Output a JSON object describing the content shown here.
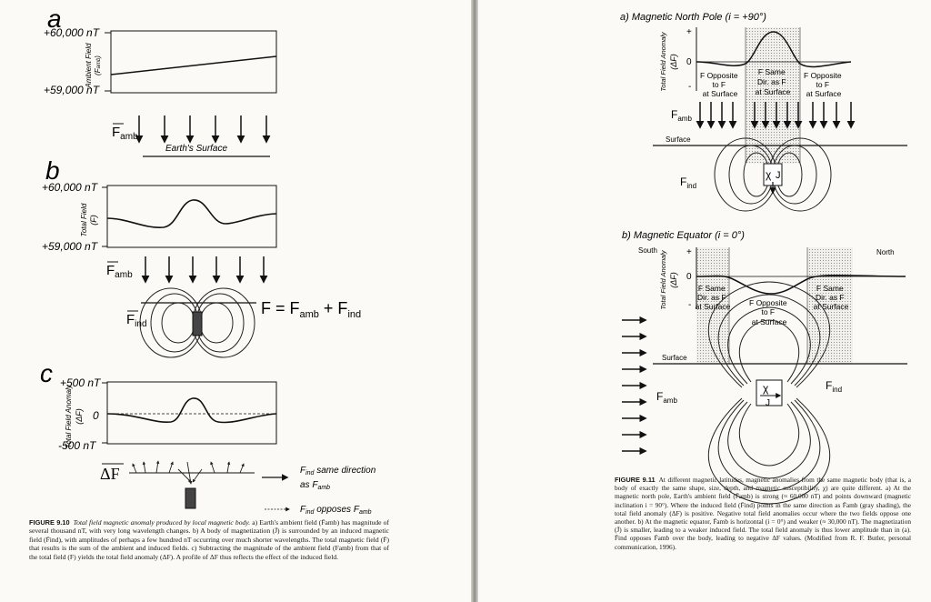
{
  "left": {
    "panel_a": {
      "letter": "a",
      "y_top": "+60,000 nT",
      "y_bottom": "+59,000 nT",
      "y_axis": "Ambient Field",
      "y_axis_sym": "(F",
      "y_axis_sub": "amb",
      "y_axis_close": ")",
      "f_amb": "F",
      "f_amb_sub": "amb",
      "surface": "Earth's Surface"
    },
    "panel_b": {
      "letter": "b",
      "y_top": "+60,000 nT",
      "y_bottom": "+59,000 nT",
      "y_axis": "Total Field",
      "y_axis_sym": "(F)",
      "f_amb": "F",
      "f_amb_sub": "amb",
      "f_ind": "F",
      "f_ind_sub": "ind",
      "eq_lhs": "F = F",
      "eq_sub1": "amb",
      "eq_plus": " + F",
      "eq_sub2": "ind"
    },
    "panel_c": {
      "letter": "c",
      "y_top": "+500 nT",
      "y_zero": "0",
      "y_bottom": "-500 nT",
      "y_axis": "Total Field Anomaly",
      "y_axis_sym": "(ΔF)",
      "delta_f": "ΔF",
      "legend_same_pre": "F",
      "legend_same_sub": "ind",
      "legend_same": " same direction",
      "legend_same_2": "as F",
      "legend_same_2_sub": "amb",
      "legend_opp_pre": "F",
      "legend_opp_sub": "ind",
      "legend_opp": " opposes F",
      "legend_opp_sub2": "amb"
    },
    "caption": {
      "label": "FIGURE 9.10",
      "title": "Total field magnetic anomaly produced by local magnetic body.",
      "body": " a) Earth's ambient field (F̄amb) has magnitude of several thousand nT, with very long wavelength changes. b) A body of magnetization (J̄) is surrounded by an induced magnetic field (F̄ind), with amplitudes of perhaps a few hundred nT occurring over much shorter wavelengths. The total magnetic field (F̄) that results is the sum of the ambient and induced fields. c) Subtracting the magnitude of the ambient field (Famb) from that of the total field (F) yields the total field anomaly (ΔF). A profile of ΔF thus reflects the effect of the induced field."
    }
  },
  "right": {
    "panel_a": {
      "title": "a) Magnetic North Pole (i = +90°)",
      "y_axis": "Total Field Anomaly",
      "y_axis_sym": "(ΔF)",
      "plus": "+",
      "zero": "0",
      "minus": "-",
      "zone1": [
        "F  Opposite",
        "to F",
        "at Surface"
      ],
      "zone2": [
        "F  Same",
        "Dir. as F",
        "at Surface"
      ],
      "zone3": [
        "F  Opposite",
        "to F",
        "at Surface"
      ],
      "f_amb": "F",
      "f_amb_sub": "amb",
      "surface": "Surface",
      "f_ind": "F",
      "f_ind_sub": "ind",
      "chi": "χ",
      "j": "J"
    },
    "panel_b": {
      "title": "b) Magnetic Equator (i = 0°)",
      "south": "South",
      "north": "North",
      "y_axis": "Total Field Anomaly",
      "y_axis_sym": "(ΔF)",
      "plus": "+",
      "zero": "0",
      "minus": "-",
      "zone1": [
        "F  Same",
        "Dir. as F",
        "at Surface"
      ],
      "zone2": [
        "F  Opposite",
        "to F",
        "at Surface"
      ],
      "zone3": [
        "F  Same",
        "Dir. as F",
        "at Surface"
      ],
      "surface": "Surface",
      "f_amb": "F",
      "f_amb_sub": "amb",
      "f_ind": "F",
      "f_ind_sub": "ind",
      "chi": "χ",
      "j": "J"
    },
    "caption": {
      "label": "FIGURE 9.11",
      "body": "At different magnetic latitudes, magnetic anomalies from the same magnetic body (that is, a body of exactly the same shape, size, depth, and magnetic susceptibility, χ) are quite different. a) At the magnetic north pole, Earth's ambient field (F̄amb) is strong (≈ 60,000 nT) and points downward (magnetic inclination i = 90°). Where the induced field (F̄ind) points in the same direction as F̄amb (gray shading), the total field anomaly (ΔF) is positive. Negative total field anomalies occur where the two fields oppose one another. b) At the magnetic equator, F̄amb is horizontal (i = 0°) and weaker (≈ 30,000 nT). The magnetization (J̄) is smaller, leading to a weaker induced field. The total field anomaly is thus lower amplitude than in (a). F̄ind opposes F̄amb over the body, leading to negative ΔF values. (Modified from R. F. Butler, personal communication, 1996)."
    }
  }
}
